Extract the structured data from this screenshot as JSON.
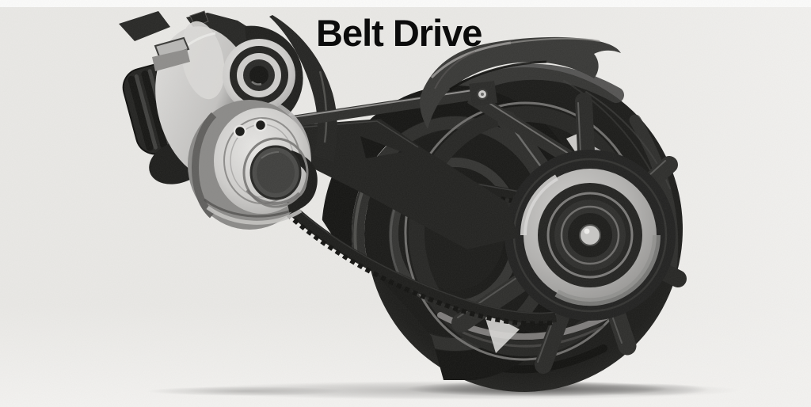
{
  "title": {
    "text": "Belt Drive"
  },
  "colors": {
    "background": "#eae9e6",
    "background_bottom": "#f4f3f1",
    "title_ink": "#0c0c0c",
    "tire_black": "#1d1d1b",
    "frame_dark": "#242422",
    "metal_light": "#dcdbd9",
    "metal_mid": "#a8a7a5",
    "hub_ring": "#b3b2b0",
    "shadow_gray": "#6b6a69"
  },
  "illustration": {
    "parts": [
      "engine",
      "motor-pulley",
      "drive-pulley",
      "toothed-drive-belt",
      "swingarm",
      "fender",
      "rear-wheel",
      "rear-pulley-hub",
      "ground-shadow"
    ]
  }
}
